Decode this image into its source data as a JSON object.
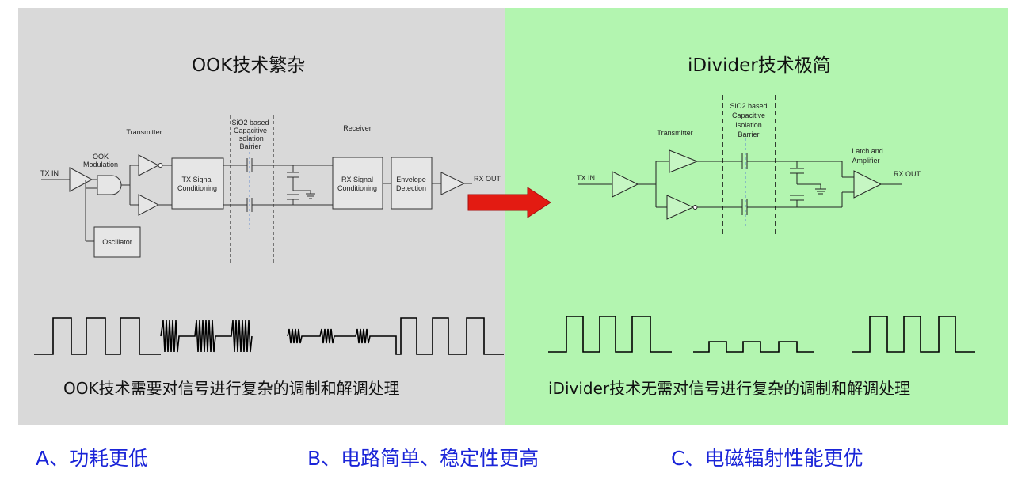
{
  "left": {
    "title": "OOK技术繁杂",
    "caption": "OOK技术需要对信号进行复杂的调制和解调处理",
    "diagram": {
      "tx_in": "TX IN",
      "ook_line1": "OOK",
      "ook_line2": "Modulation",
      "transmitter": "Transmitter",
      "barrier_line1": "SiO2 based",
      "barrier_line2": "Capacitive",
      "barrier_line3": "Isolation",
      "barrier_line4": "Barrier",
      "receiver": "Receiver",
      "tx_cond_line1": "TX Signal",
      "tx_cond_line2": "Conditioning",
      "rx_cond_line1": "RX Signal",
      "rx_cond_line2": "Conditioning",
      "env_line1": "Envelope",
      "env_line2": "Detection",
      "rx_out": "RX OUT",
      "oscillator": "Oscillator"
    }
  },
  "right": {
    "title": "iDivider技术极简",
    "caption": "iDivider技术无需对信号进行复杂的调制和解调处理",
    "diagram": {
      "tx_in": "TX IN",
      "transmitter": "Transmitter",
      "barrier_line1": "SiO2 based",
      "barrier_line2": "Capacitive",
      "barrier_line3": "Isolation",
      "barrier_line4": "Barrier",
      "latch_line1": "Latch and",
      "latch_line2": "Amplifier",
      "rx_out": "RX OUT"
    }
  },
  "benefits": {
    "a": "A、功耗更低",
    "b": "B、电路简单、稳定性更高",
    "c": "C、电磁辐射性能更优"
  },
  "colors": {
    "left_bg": "#d9d9d9",
    "right_bg": "#b3f5b0",
    "arrow": "#e31b12",
    "benefit_text": "#1a24d8"
  }
}
